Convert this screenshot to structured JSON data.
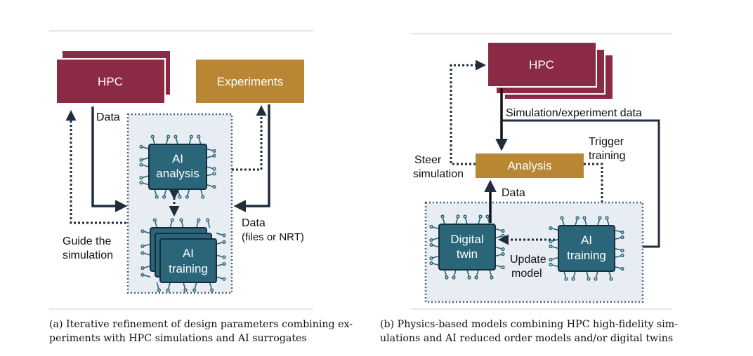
{
  "panel_a": {
    "hpc": "HPC",
    "experiments": "Experiments",
    "data": "Data",
    "ai_analysis": [
      "AI",
      "analysis"
    ],
    "ai_training": [
      "AI",
      "training"
    ],
    "guide": [
      "Guide the",
      "simulation"
    ],
    "data_files": [
      "Data",
      "(files or NRT)"
    ],
    "caption": [
      "(a) Iterative refinement of design parameters combining ex-",
      "periments with HPC simulations and AI surrogates"
    ]
  },
  "panel_b": {
    "hpc": "HPC",
    "sim_exp_data": "Simulation/experiment data",
    "trigger": [
      "Trigger",
      "training"
    ],
    "steer": [
      "Steer",
      "simulation"
    ],
    "analysis": "Analysis",
    "data": "Data",
    "digital_twin": [
      "Digital",
      "twin"
    ],
    "update_model": [
      "Update",
      "model"
    ],
    "ai_training": [
      "AI",
      "training"
    ],
    "caption": [
      "(b) Physics-based models combining HPC high-fidelity sim-",
      "ulations and AI reduced order models and/or digital twins"
    ]
  },
  "colors": {
    "hpc": "#8b2a45",
    "experiments": "#b98633",
    "chip": "#2a6579",
    "region": "#e8edf3",
    "arrow": "#1f2d3d"
  }
}
